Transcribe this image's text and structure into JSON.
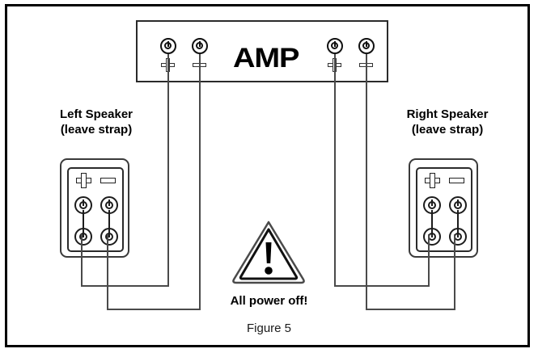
{
  "figure": {
    "caption": "Figure 5",
    "amp_label": "AMP"
  },
  "warning": {
    "icon": "warning-triangle-exclamation",
    "text": "All power off!"
  },
  "left_speaker": {
    "title": "Left Speaker",
    "subtitle": "(leave strap)",
    "terminals": {
      "positive_sign": "+",
      "negative_sign": "−"
    },
    "posts": [
      {
        "name": "positive-upper",
        "icon": "binding-post-icon"
      },
      {
        "name": "negative-upper",
        "icon": "binding-post-icon"
      },
      {
        "name": "positive-lower",
        "icon": "binding-post-icon"
      },
      {
        "name": "negative-lower",
        "icon": "binding-post-icon"
      }
    ]
  },
  "right_speaker": {
    "title": "Right Speaker",
    "subtitle": "(leave strap)",
    "terminals": {
      "positive_sign": "+",
      "negative_sign": "−"
    },
    "posts": [
      {
        "name": "positive-upper",
        "icon": "binding-post-icon"
      },
      {
        "name": "negative-upper",
        "icon": "binding-post-icon"
      },
      {
        "name": "positive-lower",
        "icon": "binding-post-icon"
      },
      {
        "name": "negative-lower",
        "icon": "binding-post-icon"
      }
    ]
  },
  "amplifier": {
    "label": "AMP",
    "terminals": [
      {
        "name": "left-positive",
        "sign": "+"
      },
      {
        "name": "left-negative",
        "sign": "−"
      },
      {
        "name": "right-positive",
        "sign": "+"
      },
      {
        "name": "right-negative",
        "sign": "−"
      }
    ]
  },
  "colors": {
    "frame": "#000000",
    "wire": "#4a4a4a",
    "hardware": "#1c1c1c",
    "text": "#000000"
  }
}
